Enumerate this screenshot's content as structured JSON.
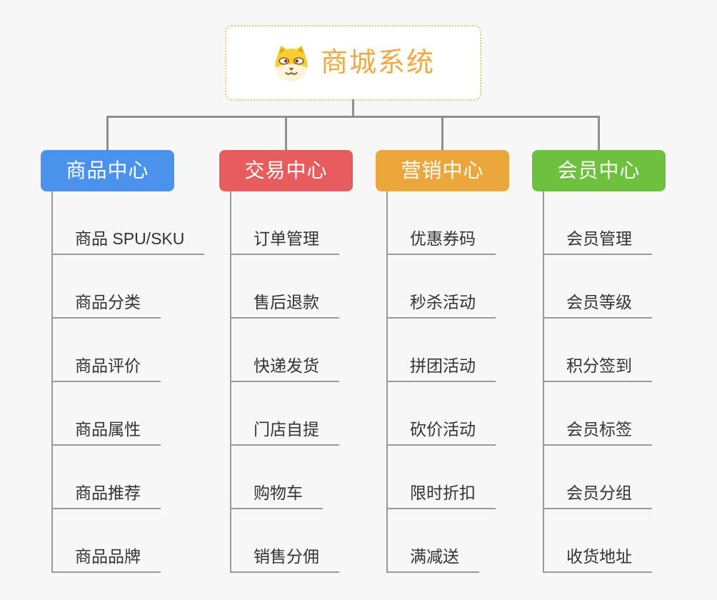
{
  "root": {
    "title": "商城系统",
    "icon": "dog-face-icon"
  },
  "branches": [
    {
      "label": "商品中心",
      "color": "#4B92EC",
      "items": [
        "商品 SPU/SKU",
        "商品分类",
        "商品评价",
        "商品属性",
        "商品推荐",
        "商品品牌"
      ]
    },
    {
      "label": "交易中心",
      "color": "#E75D5D",
      "items": [
        "订单管理",
        "售后退款",
        "快递发货",
        "门店自提",
        "购物车",
        "销售分佣"
      ]
    },
    {
      "label": "营销中心",
      "color": "#ECA73C",
      "items": [
        "优惠券码",
        "秒杀活动",
        "拼团活动",
        "砍价活动",
        "限时折扣",
        "满减送"
      ]
    },
    {
      "label": "会员中心",
      "color": "#6EC03F",
      "items": [
        "会员管理",
        "会员等级",
        "积分签到",
        "会员标签",
        "会员分组",
        "收货地址"
      ]
    }
  ],
  "colors": {
    "background": "#F7F7F7",
    "connector_line": "#8F8F8F",
    "leaf_line": "#999999",
    "leaf_text": "#333333",
    "root_text": "#F2A93F",
    "root_border": "#F6C76F",
    "root_background": "#FFFFFF"
  }
}
